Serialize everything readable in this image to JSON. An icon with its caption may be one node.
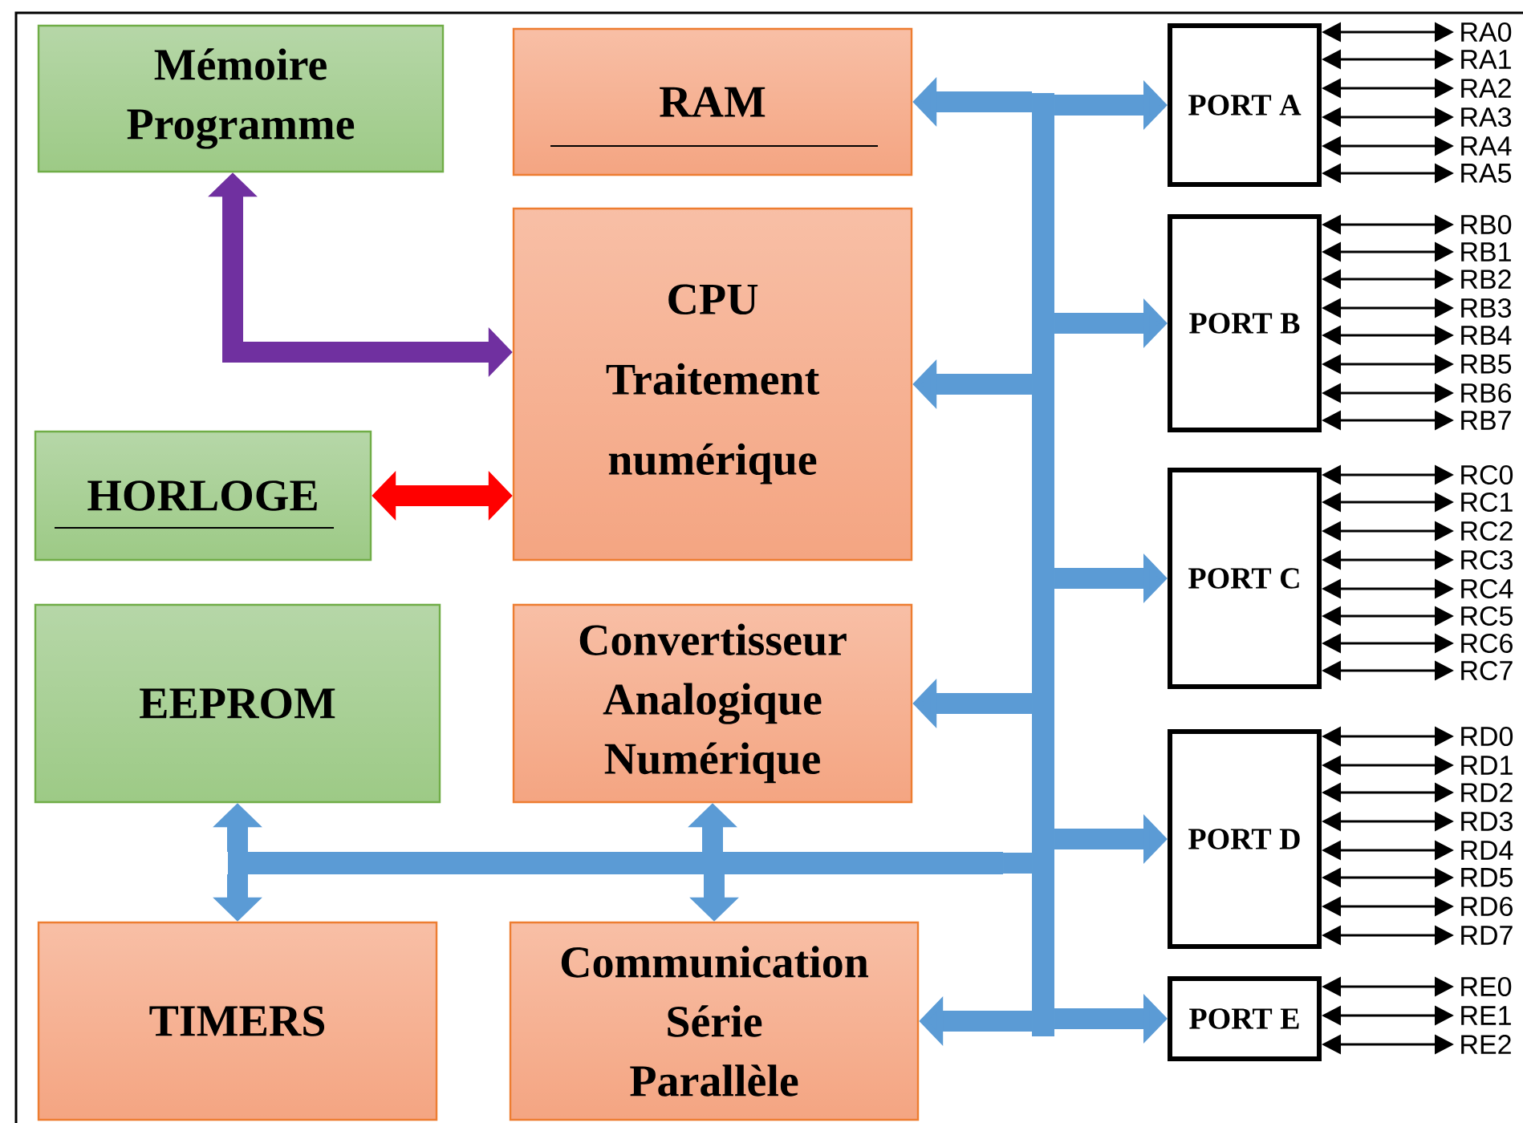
{
  "diagram": {
    "nodes": [
      {
        "text": [
          "Mémoire Programme"
        ]
      },
      {
        "text": [
          "RAM"
        ]
      },
      {
        "text": [
          "CPU",
          "Traitement numérique"
        ]
      },
      {
        "text": [
          "HORLOGE"
        ]
      },
      {
        "text": [
          "EEPROM"
        ]
      },
      {
        "text": [
          "Convertisseur Analogique Numérique"
        ]
      },
      {
        "text": [
          "TIMERS"
        ]
      },
      {
        "text": [
          "Communication Série Parallèle"
        ]
      },
      {
        "text": [
          "PORT A"
        ]
      },
      {
        "text": [
          "PORT B"
        ]
      },
      {
        "text": [
          "PORT C"
        ]
      },
      {
        "text": [
          "PORT D"
        ]
      },
      {
        "text": [
          "PORT E"
        ]
      },
      {
        "text": [],
        "shape": "bar"
      },
      {
        "text": [],
        "shape": "bar"
      },
      {
        "text": [
          "RA0"
        ]
      },
      {
        "text": [
          "RA1"
        ]
      },
      {
        "text": [
          "RA2"
        ]
      },
      {
        "text": [
          "RA3"
        ]
      },
      {
        "text": [
          "RA4"
        ]
      },
      {
        "text": [
          "RA5"
        ]
      },
      {
        "text": [
          "RB0"
        ]
      },
      {
        "text": [
          "RB1"
        ]
      },
      {
        "text": [
          "RB2"
        ]
      },
      {
        "text": [
          "RB3"
        ]
      },
      {
        "text": [
          "RB4"
        ]
      },
      {
        "text": [
          "RB5"
        ]
      },
      {
        "text": [
          "RB6"
        ]
      },
      {
        "text": [
          "RB7"
        ]
      },
      {
        "text": [
          "RC0"
        ]
      },
      {
        "text": [
          "RC1"
        ]
      },
      {
        "text": [
          "RC2"
        ]
      },
      {
        "text": [
          "RC3"
        ]
      },
      {
        "text": [
          "RC4"
        ]
      },
      {
        "text": [
          "RC5"
        ]
      },
      {
        "text": [
          "RC6"
        ]
      },
      {
        "text": [
          "RC7"
        ]
      },
      {
        "text": [
          "RD0"
        ]
      },
      {
        "text": [
          "RD1"
        ]
      },
      {
        "text": [
          "RD2"
        ]
      },
      {
        "text": [
          "RD3"
        ]
      },
      {
        "text": [
          "RD4"
        ]
      },
      {
        "text": [
          "RD5"
        ]
      },
      {
        "text": [
          "RD6"
        ]
      },
      {
        "text": [
          "RD7"
        ]
      },
      {
        "text": [
          "RE0"
        ]
      },
      {
        "text": [
          "RE1"
        ]
      },
      {
        "text": [
          "RE2"
        ]
      }
    ],
    "edges": [
      {
        "from": 0,
        "to": 2,
        "arrow": "both",
        "style": "thick",
        "color": "#7030a0"
      },
      {
        "from": 3,
        "to": 2,
        "arrow": "both",
        "style": "thick",
        "color": "#ff0000"
      },
      {
        "from": 13,
        "to": 1,
        "arrow": "to",
        "style": "thick",
        "color": "#5b9bd5"
      },
      {
        "from": 13,
        "to": 2,
        "arrow": "to",
        "style": "thick",
        "color": "#5b9bd5"
      },
      {
        "from": 13,
        "to": 5,
        "arrow": "to",
        "style": "thick",
        "color": "#5b9bd5"
      },
      {
        "from": 13,
        "to": 7,
        "arrow": "to",
        "style": "thick",
        "color": "#5b9bd5"
      },
      {
        "from": 13,
        "to": 8,
        "arrow": "to",
        "style": "thick",
        "color": "#5b9bd5"
      },
      {
        "from": 13,
        "to": 9,
        "arrow": "to",
        "style": "thick",
        "color": "#5b9bd5"
      },
      {
        "from": 13,
        "to": 10,
        "arrow": "to",
        "style": "thick",
        "color": "#5b9bd5"
      },
      {
        "from": 13,
        "to": 11,
        "arrow": "to",
        "style": "thick",
        "color": "#5b9bd5"
      },
      {
        "from": 13,
        "to": 12,
        "arrow": "to",
        "style": "thick",
        "color": "#5b9bd5"
      },
      {
        "from": 14,
        "to": 4,
        "arrow": "to",
        "style": "thick",
        "color": "#5b9bd5"
      },
      {
        "from": 14,
        "to": 6,
        "arrow": "to",
        "style": "thick",
        "color": "#5b9bd5"
      },
      {
        "from": 14,
        "to": 5,
        "arrow": "to",
        "style": "thick",
        "color": "#5b9bd5"
      },
      {
        "from": 14,
        "to": 7,
        "arrow": "to",
        "style": "thick",
        "color": "#5b9bd5"
      },
      {
        "from": 14,
        "to": 13,
        "arrow": "none",
        "style": "thick",
        "color": "#5b9bd5"
      },
      {
        "from": 8,
        "to": 15,
        "arrow": "both"
      },
      {
        "from": 8,
        "to": 16,
        "arrow": "both"
      },
      {
        "from": 8,
        "to": 17,
        "arrow": "both"
      },
      {
        "from": 8,
        "to": 18,
        "arrow": "both"
      },
      {
        "from": 8,
        "to": 19,
        "arrow": "both"
      },
      {
        "from": 8,
        "to": 20,
        "arrow": "both"
      },
      {
        "from": 9,
        "to": 21,
        "arrow": "both"
      },
      {
        "from": 9,
        "to": 22,
        "arrow": "both"
      },
      {
        "from": 9,
        "to": 23,
        "arrow": "both"
      },
      {
        "from": 9,
        "to": 24,
        "arrow": "both"
      },
      {
        "from": 9,
        "to": 25,
        "arrow": "both"
      },
      {
        "from": 9,
        "to": 26,
        "arrow": "both"
      },
      {
        "from": 9,
        "to": 27,
        "arrow": "both"
      },
      {
        "from": 9,
        "to": 28,
        "arrow": "both"
      },
      {
        "from": 10,
        "to": 29,
        "arrow": "both"
      },
      {
        "from": 10,
        "to": 30,
        "arrow": "both"
      },
      {
        "from": 10,
        "to": 31,
        "arrow": "both"
      },
      {
        "from": 10,
        "to": 32,
        "arrow": "both"
      },
      {
        "from": 10,
        "to": 33,
        "arrow": "both"
      },
      {
        "from": 10,
        "to": 34,
        "arrow": "both"
      },
      {
        "from": 10,
        "to": 35,
        "arrow": "both"
      },
      {
        "from": 10,
        "to": 36,
        "arrow": "both"
      },
      {
        "from": 11,
        "to": 37,
        "arrow": "both"
      },
      {
        "from": 11,
        "to": 38,
        "arrow": "both"
      },
      {
        "from": 11,
        "to": 39,
        "arrow": "both"
      },
      {
        "from": 11,
        "to": 40,
        "arrow": "both"
      },
      {
        "from": 11,
        "to": 41,
        "arrow": "both"
      },
      {
        "from": 11,
        "to": 42,
        "arrow": "both"
      },
      {
        "from": 11,
        "to": 43,
        "arrow": "both"
      },
      {
        "from": 11,
        "to": 44,
        "arrow": "both"
      },
      {
        "from": 12,
        "to": 45,
        "arrow": "both"
      },
      {
        "from": 12,
        "to": 46,
        "arrow": "both"
      },
      {
        "from": 12,
        "to": 47,
        "arrow": "both"
      }
    ]
  }
}
